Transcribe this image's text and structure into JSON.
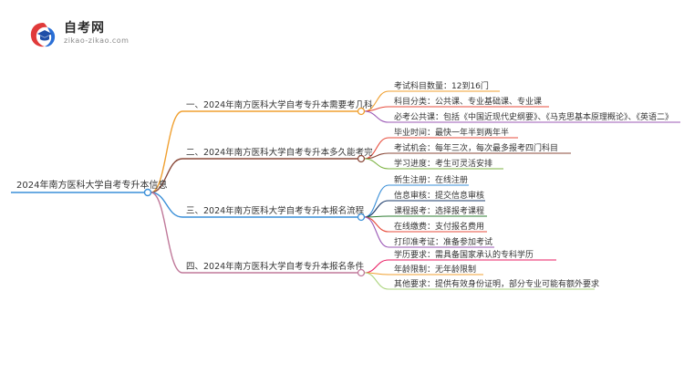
{
  "logo": {
    "title": "自考网",
    "subtitle": "zikao-zikao.com",
    "icon": "graduation-cap-icon"
  },
  "mindmap": {
    "root": "2024年南方医科大学自考专升本信息",
    "branches": [
      {
        "label": "一、2024年南方医科大学自考专升本需要考几科",
        "color": "#f0a030",
        "leaves": [
          {
            "label": "考试科目数量：12到16门",
            "color": "#f0a030"
          },
          {
            "label": "科目分类：公共课、专业基础课、专业课",
            "color": "#e74c3c"
          },
          {
            "label": "必考公共课：包括《中国近现代史纲要》、《马克思基本原理概论》、《英语二》",
            "color": "#9b59b6"
          }
        ]
      },
      {
        "label": "二、2024年南方医科大学自考专升本多久能考完",
        "color": "#8b4a3a",
        "leaves": [
          {
            "label": "毕业时间：最快一年半到两年半",
            "color": "#e74c3c"
          },
          {
            "label": "考试机会：每年三次，每次最多报考四门科目",
            "color": "#8b4a3a"
          },
          {
            "label": "学习进度：考生可灵活安排",
            "color": "#7cb342"
          }
        ]
      },
      {
        "label": "三、2024年南方医科大学自考专升本报名流程",
        "color": "#3a8fd8",
        "leaves": [
          {
            "label": "新生注册：在线注册",
            "color": "#3a8fd8"
          },
          {
            "label": "信息审核：提交信息审核",
            "color": "#1a3a6a"
          },
          {
            "label": "课程报考：选择报考课程",
            "color": "#2e7d32"
          },
          {
            "label": "在线缴费：支付报名费用",
            "color": "#e74c3c"
          },
          {
            "label": "打印准考证：准备参加考试",
            "color": "#9b59b6"
          }
        ]
      },
      {
        "label": "四、2024年南方医科大学自考专升本报名条件",
        "color": "#c0799a",
        "leaves": [
          {
            "label": "学历要求：需具备国家承认的专科学历",
            "color": "#e91e63"
          },
          {
            "label": "年龄限制：无年龄限制",
            "color": "#f0a030"
          },
          {
            "label": "其他要求：提供有效身份证明，部分专业可能有额外要求",
            "color": "#aed581"
          }
        ]
      }
    ]
  }
}
